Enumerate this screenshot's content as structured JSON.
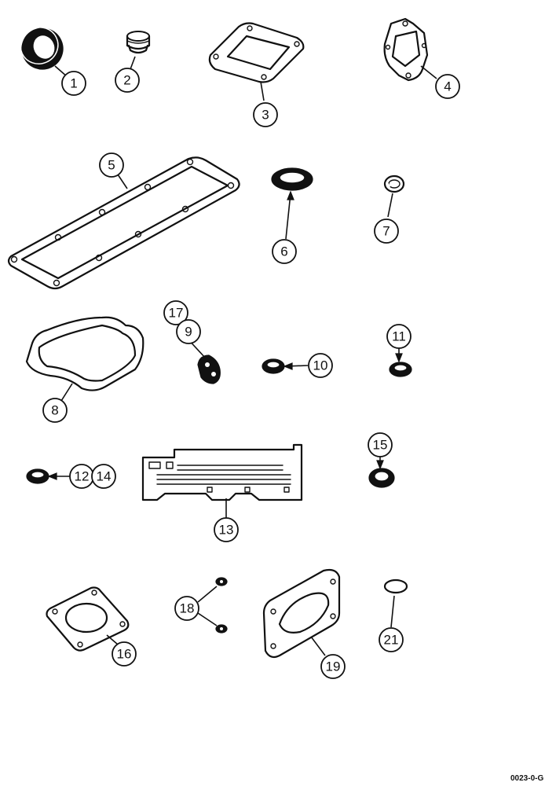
{
  "figure_code": "0023-0-G",
  "callouts": [
    "1",
    "2",
    "3",
    "4",
    "5",
    "6",
    "7",
    "8",
    "9",
    "10",
    "11",
    "12",
    "13",
    "14",
    "15",
    "16",
    "17",
    "18",
    "19",
    "21"
  ],
  "parts": {
    "p1": "seal-ring-icon",
    "p2": "sleeve-icon",
    "p3": "rectangular-flange-gasket-icon",
    "p4": "outlet-gasket-icon",
    "p5": "valve-cover-gasket-icon",
    "p6": "oil-seal-icon",
    "p7": "snap-ring-icon",
    "p8": "rocker-cover-gasket-icon",
    "p9": "small-gasket-icon",
    "p10": "seal-ring-icon",
    "p11": "seal-ring-icon",
    "p12": "seal-ring-icon",
    "p13": "gauge-card-icon",
    "p15": "plug-icon",
    "p16": "square-flange-gasket-icon",
    "p18": "nuts-icon",
    "p19": "exhaust-gasket-icon",
    "p21": "o-ring-icon"
  }
}
